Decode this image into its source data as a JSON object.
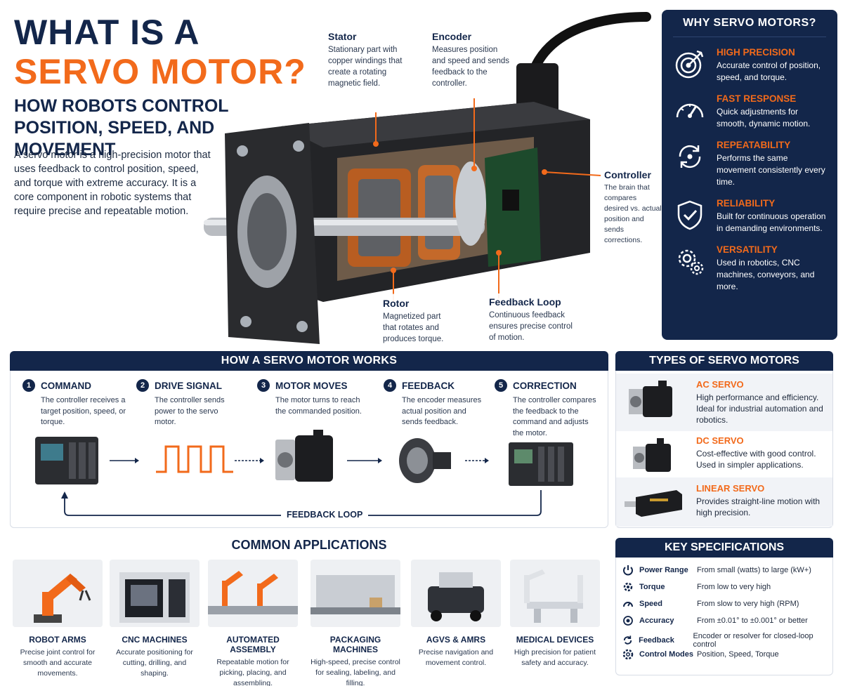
{
  "hero": {
    "title_line1": "WHAT IS A",
    "title_line2": "SERVO MOTOR?",
    "subtitle": "HOW ROBOTS CONTROL POSITION, SPEED, AND MOVEMENT",
    "description": "A servo motor is a high-precision motor that uses feedback to control position, speed, and torque with extreme accuracy. It is a core component in robotic systems that require precise and repeatable motion."
  },
  "callouts": {
    "stator": {
      "title": "Stator",
      "text": "Stationary part with copper windings that create a rotating magnetic field."
    },
    "encoder": {
      "title": "Encoder",
      "text": "Measures position and speed and sends feedback to the controller."
    },
    "controller": {
      "title": "Controller",
      "text": "The brain that compares desired vs. actual position and sends corrections."
    },
    "rotor": {
      "title": "Rotor",
      "text": "Magnetized part that rotates and produces torque."
    },
    "feedback_loop": {
      "title": "Feedback Loop",
      "text": "Continuous feedback ensures precise control of motion."
    }
  },
  "why": {
    "title": "WHY SERVO MOTORS?",
    "items": [
      {
        "title": "HIGH PRECISION",
        "text": "Accurate control of position, speed, and torque.",
        "icon": "target-icon"
      },
      {
        "title": "FAST RESPONSE",
        "text": "Quick adjustments for smooth, dynamic motion.",
        "icon": "speedometer-icon"
      },
      {
        "title": "REPEATABILITY",
        "text": "Performs the same movement consistently every time.",
        "icon": "repeat-icon"
      },
      {
        "title": "RELIABILITY",
        "text": "Built for continuous operation in demanding environments.",
        "icon": "shield-check-icon"
      },
      {
        "title": "VERSATILITY",
        "text": "Used in robotics, CNC machines, conveyors, and more.",
        "icon": "gears-icon"
      }
    ]
  },
  "how": {
    "title": "HOW A SERVO MOTOR WORKS",
    "steps": [
      {
        "num": "1",
        "title": "COMMAND",
        "text": "The controller receives a target position, speed, or torque."
      },
      {
        "num": "2",
        "title": "DRIVE SIGNAL",
        "text": "The controller sends power to the servo motor."
      },
      {
        "num": "3",
        "title": "MOTOR MOVES",
        "text": "The motor turns to reach the commanded position."
      },
      {
        "num": "4",
        "title": "FEEDBACK",
        "text": "The encoder measures actual position and sends feedback."
      },
      {
        "num": "5",
        "title": "CORRECTION",
        "text": "The controller compares the feedback to the command and adjusts the motor."
      }
    ],
    "loop_label": "FEEDBACK LOOP"
  },
  "types": {
    "title": "TYPES OF SERVO MOTORS",
    "items": [
      {
        "title": "AC SERVO",
        "text": "High performance and efficiency. Ideal for industrial automation and robotics."
      },
      {
        "title": "DC SERVO",
        "text": "Cost-effective with good control. Used in simpler applications."
      },
      {
        "title": "LINEAR SERVO",
        "text": "Provides straight-line motion with high precision."
      }
    ]
  },
  "applications": {
    "title": "COMMON APPLICATIONS",
    "items": [
      {
        "title": "ROBOT ARMS",
        "text": "Precise joint control for smooth and accurate movements."
      },
      {
        "title": "CNC MACHINES",
        "text": "Accurate positioning for cutting, drilling, and shaping."
      },
      {
        "title": "AUTOMATED ASSEMBLY",
        "text": "Repeatable motion for picking, placing, and assembling."
      },
      {
        "title": "PACKAGING MACHINES",
        "text": "High-speed, precise control for sealing, labeling, and filling."
      },
      {
        "title": "AGVS & AMRS",
        "text": "Precise navigation and movement control."
      },
      {
        "title": "MEDICAL DEVICES",
        "text": "High precision for patient safety and accuracy."
      }
    ]
  },
  "specs": {
    "title": "KEY SPECIFICATIONS",
    "rows": [
      {
        "label": "Power Range",
        "value": "From small (watts) to large (kW+)",
        "icon": "power-icon"
      },
      {
        "label": "Torque",
        "value": "From low to very high",
        "icon": "torque-icon"
      },
      {
        "label": "Speed",
        "value": "From slow to very high (RPM)",
        "icon": "speed-icon"
      },
      {
        "label": "Accuracy",
        "value": "From ±0.01° to ±0.001° or better",
        "icon": "accuracy-icon"
      },
      {
        "label": "Feedback",
        "value": "Encoder or resolver for closed-loop control",
        "icon": "feedback-icon"
      },
      {
        "label": "Control Modes",
        "value": "Position, Speed, Torque",
        "icon": "control-modes-icon"
      }
    ]
  },
  "colors": {
    "navy": "#13264a",
    "orange": "#f26a1b",
    "copper": "#c4692a"
  }
}
